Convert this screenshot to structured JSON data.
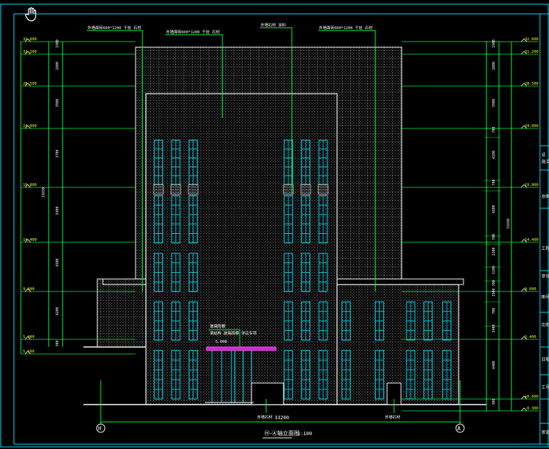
{
  "drawing": {
    "title": "Ⓗ-Ⓐ轴立面图",
    "scale": "1:100",
    "axis_left": "H",
    "axis_right": "A",
    "overall_width": "33200",
    "overall_height_left": "31650",
    "overall_height_right": "31650"
  },
  "levels_left": [
    "32.600",
    "31.200",
    "28.500",
    "24.000",
    "19.800",
    "14.400",
    "9.600",
    "5.400",
    "5.100"
  ],
  "levels_right": [
    "32.600",
    "31.200",
    "28.500",
    "24.000",
    "19.800",
    "14.400",
    "9.600",
    "5.400",
    "±0.000",
    "-0.300"
  ],
  "dims_left": [
    "1900",
    "2800",
    "3900",
    "3700",
    "5400",
    "4500",
    "4200",
    "300"
  ],
  "dims_right": [
    "1900",
    "2800",
    "3900",
    "700",
    "4100",
    "700",
    "4500",
    "700",
    "2300",
    "1200",
    "700",
    "3500",
    "700",
    "3400",
    "4400",
    "300"
  ],
  "callouts": {
    "top1": "外墙面砖600*1200 干挂 石材",
    "top2": "外墙面砖600*1200 干挂 石材",
    "top3": "外墙石材 涂料",
    "top4": "外墙面砖600*1200 干挂 石材",
    "canopy_title": "玻璃雨棚",
    "canopy_note": "钢结构 玻璃雨棚 详见专项",
    "canopy_level": "5.000",
    "bottom1": "外墙石材",
    "bottom2": "外墙石材"
  },
  "right_panel": [
    "设",
    "施工",
    "总图",
    "工程",
    "单位",
    "图号",
    "比例",
    "日期",
    "工号",
    "审定"
  ]
}
